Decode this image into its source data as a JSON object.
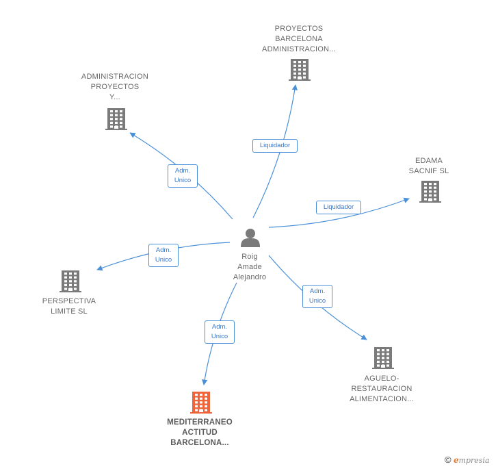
{
  "center": {
    "label_lines": [
      "Roig",
      "Amade",
      "Alejandro"
    ],
    "icon": "person-icon"
  },
  "nodes": [
    {
      "id": "proyectos-barcelona",
      "label_lines": [
        "PROYECTOS",
        "BARCELONA",
        "ADMINISTRACION..."
      ],
      "icon": "building-icon",
      "color": "#7a7a7a",
      "highlight": false
    },
    {
      "id": "administracion-proyectos",
      "label_lines": [
        "ADMINISTRACION",
        "PROYECTOS",
        "Y..."
      ],
      "icon": "building-icon",
      "color": "#7a7a7a",
      "highlight": false
    },
    {
      "id": "edama-sacnif",
      "label_lines": [
        "EDAMA",
        "SACNIF SL"
      ],
      "icon": "building-icon",
      "color": "#7a7a7a",
      "highlight": false
    },
    {
      "id": "perspectiva-limite",
      "label_lines": [
        "PERSPECTIVA",
        "LIMITE  SL"
      ],
      "icon": "building-icon",
      "color": "#7a7a7a",
      "highlight": false
    },
    {
      "id": "aguelo-restauracion",
      "label_lines": [
        "AGUELO-",
        "RESTAURACION",
        "ALIMENTACION..."
      ],
      "icon": "building-icon",
      "color": "#7a7a7a",
      "highlight": false
    },
    {
      "id": "mediterraneo-actitud",
      "label_lines": [
        "MEDITERRANEO",
        "ACTITUD",
        "BARCELONA..."
      ],
      "icon": "building-icon",
      "color": "#f0643c",
      "highlight": true
    }
  ],
  "edges": [
    {
      "to": "proyectos-barcelona",
      "label_lines": [
        "Liquidador"
      ]
    },
    {
      "to": "administracion-proyectos",
      "label_lines": [
        "Adm.",
        "Unico"
      ]
    },
    {
      "to": "edama-sacnif",
      "label_lines": [
        "Liquidador"
      ]
    },
    {
      "to": "perspectiva-limite",
      "label_lines": [
        "Adm.",
        "Unico"
      ]
    },
    {
      "to": "aguelo-restauracion",
      "label_lines": [
        "Adm.",
        "Unico"
      ]
    },
    {
      "to": "mediterraneo-actitud",
      "label_lines": [
        "Adm.",
        "Unico"
      ]
    }
  ],
  "colors": {
    "edge": "#4a90d9",
    "building": "#7a7a7a",
    "building_highlight": "#f0643c",
    "person": "#7a7a7a"
  },
  "brand": {
    "copyright": "©",
    "initial": "e",
    "rest": "mpresia"
  }
}
